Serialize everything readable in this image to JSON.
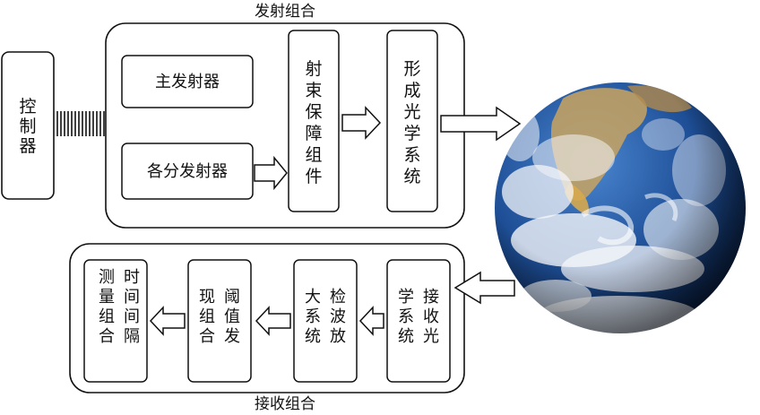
{
  "transmit": {
    "group_title": "发射组合",
    "controller": "控制器",
    "main_transmitter": "主发射器",
    "sub_transmitters": "各分发射器",
    "beam_module": "射束保障组件",
    "optics": "形成光学系统"
  },
  "receive": {
    "group_title": "接收组合",
    "receive_optics": "接收光学系统",
    "amplifier": "检波放大系统",
    "threshold": "阈值发现组合",
    "timing": "时间间隔测量组合"
  },
  "colors": {
    "stroke": "#111111",
    "ocean": "#1e4f97",
    "cloud": "#f4f6fa",
    "land": "#c9a35f"
  },
  "icons": [
    "earth-globe"
  ]
}
